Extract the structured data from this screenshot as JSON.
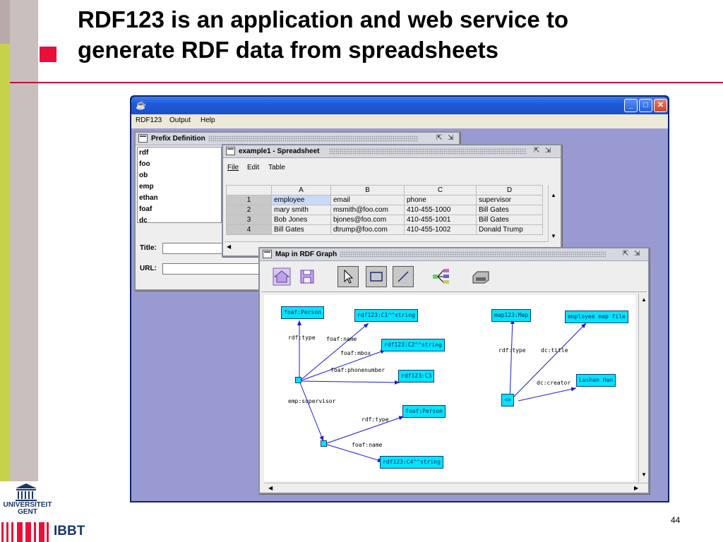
{
  "slide": {
    "title_line1": "RDF123 is an application and web service to",
    "title_line2": "generate RDF data from spreadsheets",
    "page_number": "44",
    "logo_university_line1": "UNIVERSITEIT",
    "logo_university_line2": "GENT",
    "logo_ibbt": "IBBT",
    "bullet_color": "#e8103a",
    "accent_green": "#c6d34a"
  },
  "app": {
    "menu": [
      "RDF123",
      "Output",
      "Help"
    ]
  },
  "prefix_frame": {
    "title": "Prefix Definition",
    "prefixes": [
      "rdf",
      "foo",
      "ob",
      "emp",
      "ethan",
      "foaf",
      "dc"
    ],
    "title_label": "Title:",
    "url_label": "URL:"
  },
  "spreadsheet_frame": {
    "title": "example1 - Spreadsheet",
    "menu": [
      "File",
      "Edit",
      "Table"
    ],
    "columns": [
      "A",
      "B",
      "C",
      "D"
    ],
    "rows": [
      {
        "num": "1",
        "cells": [
          "employee",
          "email",
          "phone",
          "supervisor"
        ]
      },
      {
        "num": "2",
        "cells": [
          "mary smith",
          "msmith@foo.com",
          "410-455-1000",
          "Bill Gates"
        ]
      },
      {
        "num": "3",
        "cells": [
          "Bob Jones",
          "bjones@foo.com",
          "410-455-1001",
          "Bill Gates"
        ]
      },
      {
        "num": "4",
        "cells": [
          "Bill Gates",
          "dtrump@foo.com",
          "410-455-1002",
          "Donald Trump"
        ]
      }
    ]
  },
  "map_frame": {
    "title": "Map in RDF Graph",
    "tools": [
      "home-tool",
      "save-tool",
      "select-tool",
      "rectangle-tool",
      "line-tool",
      "layout-tool",
      "print-tool"
    ],
    "nodes": {
      "foaf_person_1": "foaf:Person",
      "c1": "rdf123:C1^^string",
      "c2": "rdf123:C2^^string",
      "c3": "rdf123:C3",
      "foaf_person_2": "foaf:Person",
      "c4": "rdf123:C4^^string",
      "map": "map123:Map",
      "map_file": "employee map file",
      "lushan": "Lushan Han",
      "doc": "<>"
    },
    "edges": {
      "rdf_type_1": "rdf:type",
      "foaf_name_1": "foaf:name",
      "foaf_mbox": "foaf:mbox",
      "foaf_phone": "foaf:phonenumber",
      "emp_supervisor": "emp:supervisor",
      "rdf_type_2": "rdf:type",
      "foaf_name_2": "foaf:name",
      "rdf_type_3": "rdf:type",
      "dc_title": "dc:title",
      "dc_creator": "dc:creator"
    },
    "node_color": "#00e5ff",
    "edge_color": "#1a1ad6"
  }
}
